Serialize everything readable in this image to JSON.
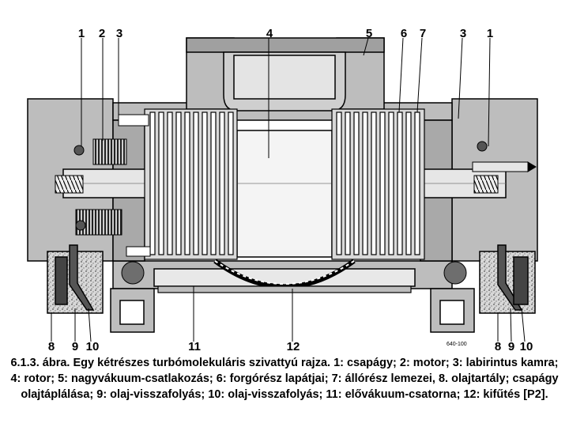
{
  "labels": {
    "top": [
      "1",
      "2",
      "3",
      "4",
      "5",
      "6",
      "7",
      "3",
      "1"
    ],
    "bottom": [
      "8",
      "9",
      "10",
      "11",
      "12",
      "8",
      "9",
      "10"
    ]
  },
  "drawing_code": "640-100",
  "caption": "6.1.3. ábra. Egy kétrészes turbómolekuláris szivattyú rajza. 1: csapágy; 2: motor; 3: labirintus kamra; 4: rotor; 5: nagyvákuum-csatlakozás; 6: forgórész lapátjai; 7: állórész lemezei, 8. olajtartály; csapágy olajtáplálása; 9: olaj-visszafolyás; 10: olaj-visszafolyás; 11: elővákuum-csatorna; 12: kifűtés [P2].",
  "colors": {
    "ink": "#000000",
    "housing": "#bdbdbd",
    "housing_dark": "#8a8a8a",
    "paper": "#ffffff",
    "shaft": "#e6e6e6"
  }
}
